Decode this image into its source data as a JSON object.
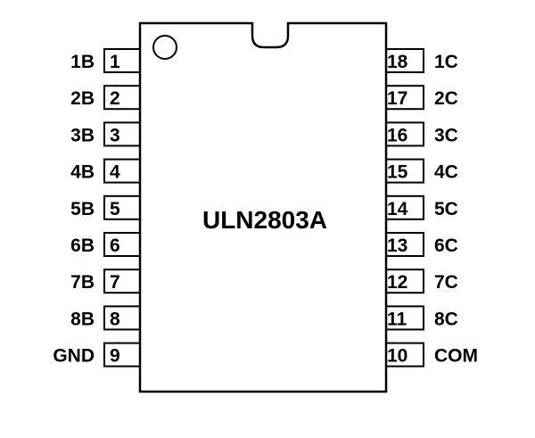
{
  "chip": {
    "part_number": "ULN2803A",
    "pin1_marker": "circle",
    "notch": "top-center"
  },
  "left_pins": [
    {
      "number": "1",
      "label": "1B"
    },
    {
      "number": "2",
      "label": "2B"
    },
    {
      "number": "3",
      "label": "3B"
    },
    {
      "number": "4",
      "label": "4B"
    },
    {
      "number": "5",
      "label": "5B"
    },
    {
      "number": "6",
      "label": "6B"
    },
    {
      "number": "7",
      "label": "7B"
    },
    {
      "number": "8",
      "label": "8B"
    },
    {
      "number": "9",
      "label": "GND"
    }
  ],
  "right_pins": [
    {
      "number": "18",
      "label": "1C"
    },
    {
      "number": "17",
      "label": "2C"
    },
    {
      "number": "16",
      "label": "3C"
    },
    {
      "number": "15",
      "label": "4C"
    },
    {
      "number": "14",
      "label": "5C"
    },
    {
      "number": "13",
      "label": "6C"
    },
    {
      "number": "12",
      "label": "7C"
    },
    {
      "number": "11",
      "label": "8C"
    },
    {
      "number": "10",
      "label": "COM"
    }
  ],
  "colors": {
    "stroke": "#000000",
    "background": "#ffffff"
  }
}
